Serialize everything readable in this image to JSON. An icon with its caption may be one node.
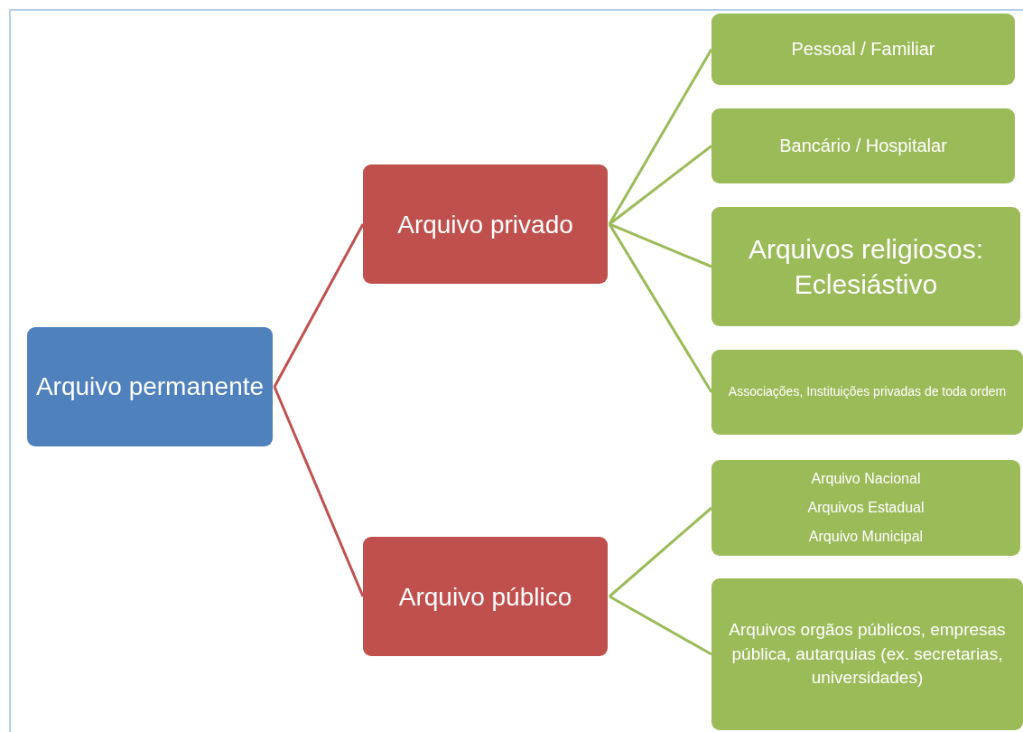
{
  "diagram": {
    "nodes": [
      {
        "text": [
          "Arquivo permanente"
        ]
      },
      {
        "text": [
          "Arquivo privado"
        ]
      },
      {
        "text": [
          "Arquivo público"
        ]
      },
      {
        "text": [
          "Pessoal / Familiar"
        ]
      },
      {
        "text": [
          "Bancário / Hospitalar"
        ]
      },
      {
        "text": [
          "Arquivos religiosos: Eclesiástivo"
        ]
      },
      {
        "text": [
          "Associações,  Instituições privadas de toda ordem"
        ]
      },
      {
        "text": [
          "Arquivo Nacional",
          "Arquivos Estadual",
          "Arquivo Municipal"
        ]
      },
      {
        "text": [
          "Arquivos  orgãos públicos, empresas pública, autarquias (ex. secretarias, universidades)"
        ]
      }
    ],
    "edges": [
      {
        "from": 0,
        "to": 1,
        "arrow": "none",
        "color": "#c0504d"
      },
      {
        "from": 0,
        "to": 2,
        "arrow": "none",
        "color": "#c0504d"
      },
      {
        "from": 1,
        "to": 3,
        "arrow": "none"
      },
      {
        "from": 1,
        "to": 4,
        "arrow": "none"
      },
      {
        "from": 1,
        "to": 5,
        "arrow": "none"
      },
      {
        "from": 1,
        "to": 6,
        "arrow": "none"
      },
      {
        "from": 2,
        "to": 7,
        "arrow": "none"
      },
      {
        "from": 2,
        "to": 8,
        "arrow": "none"
      }
    ]
  }
}
